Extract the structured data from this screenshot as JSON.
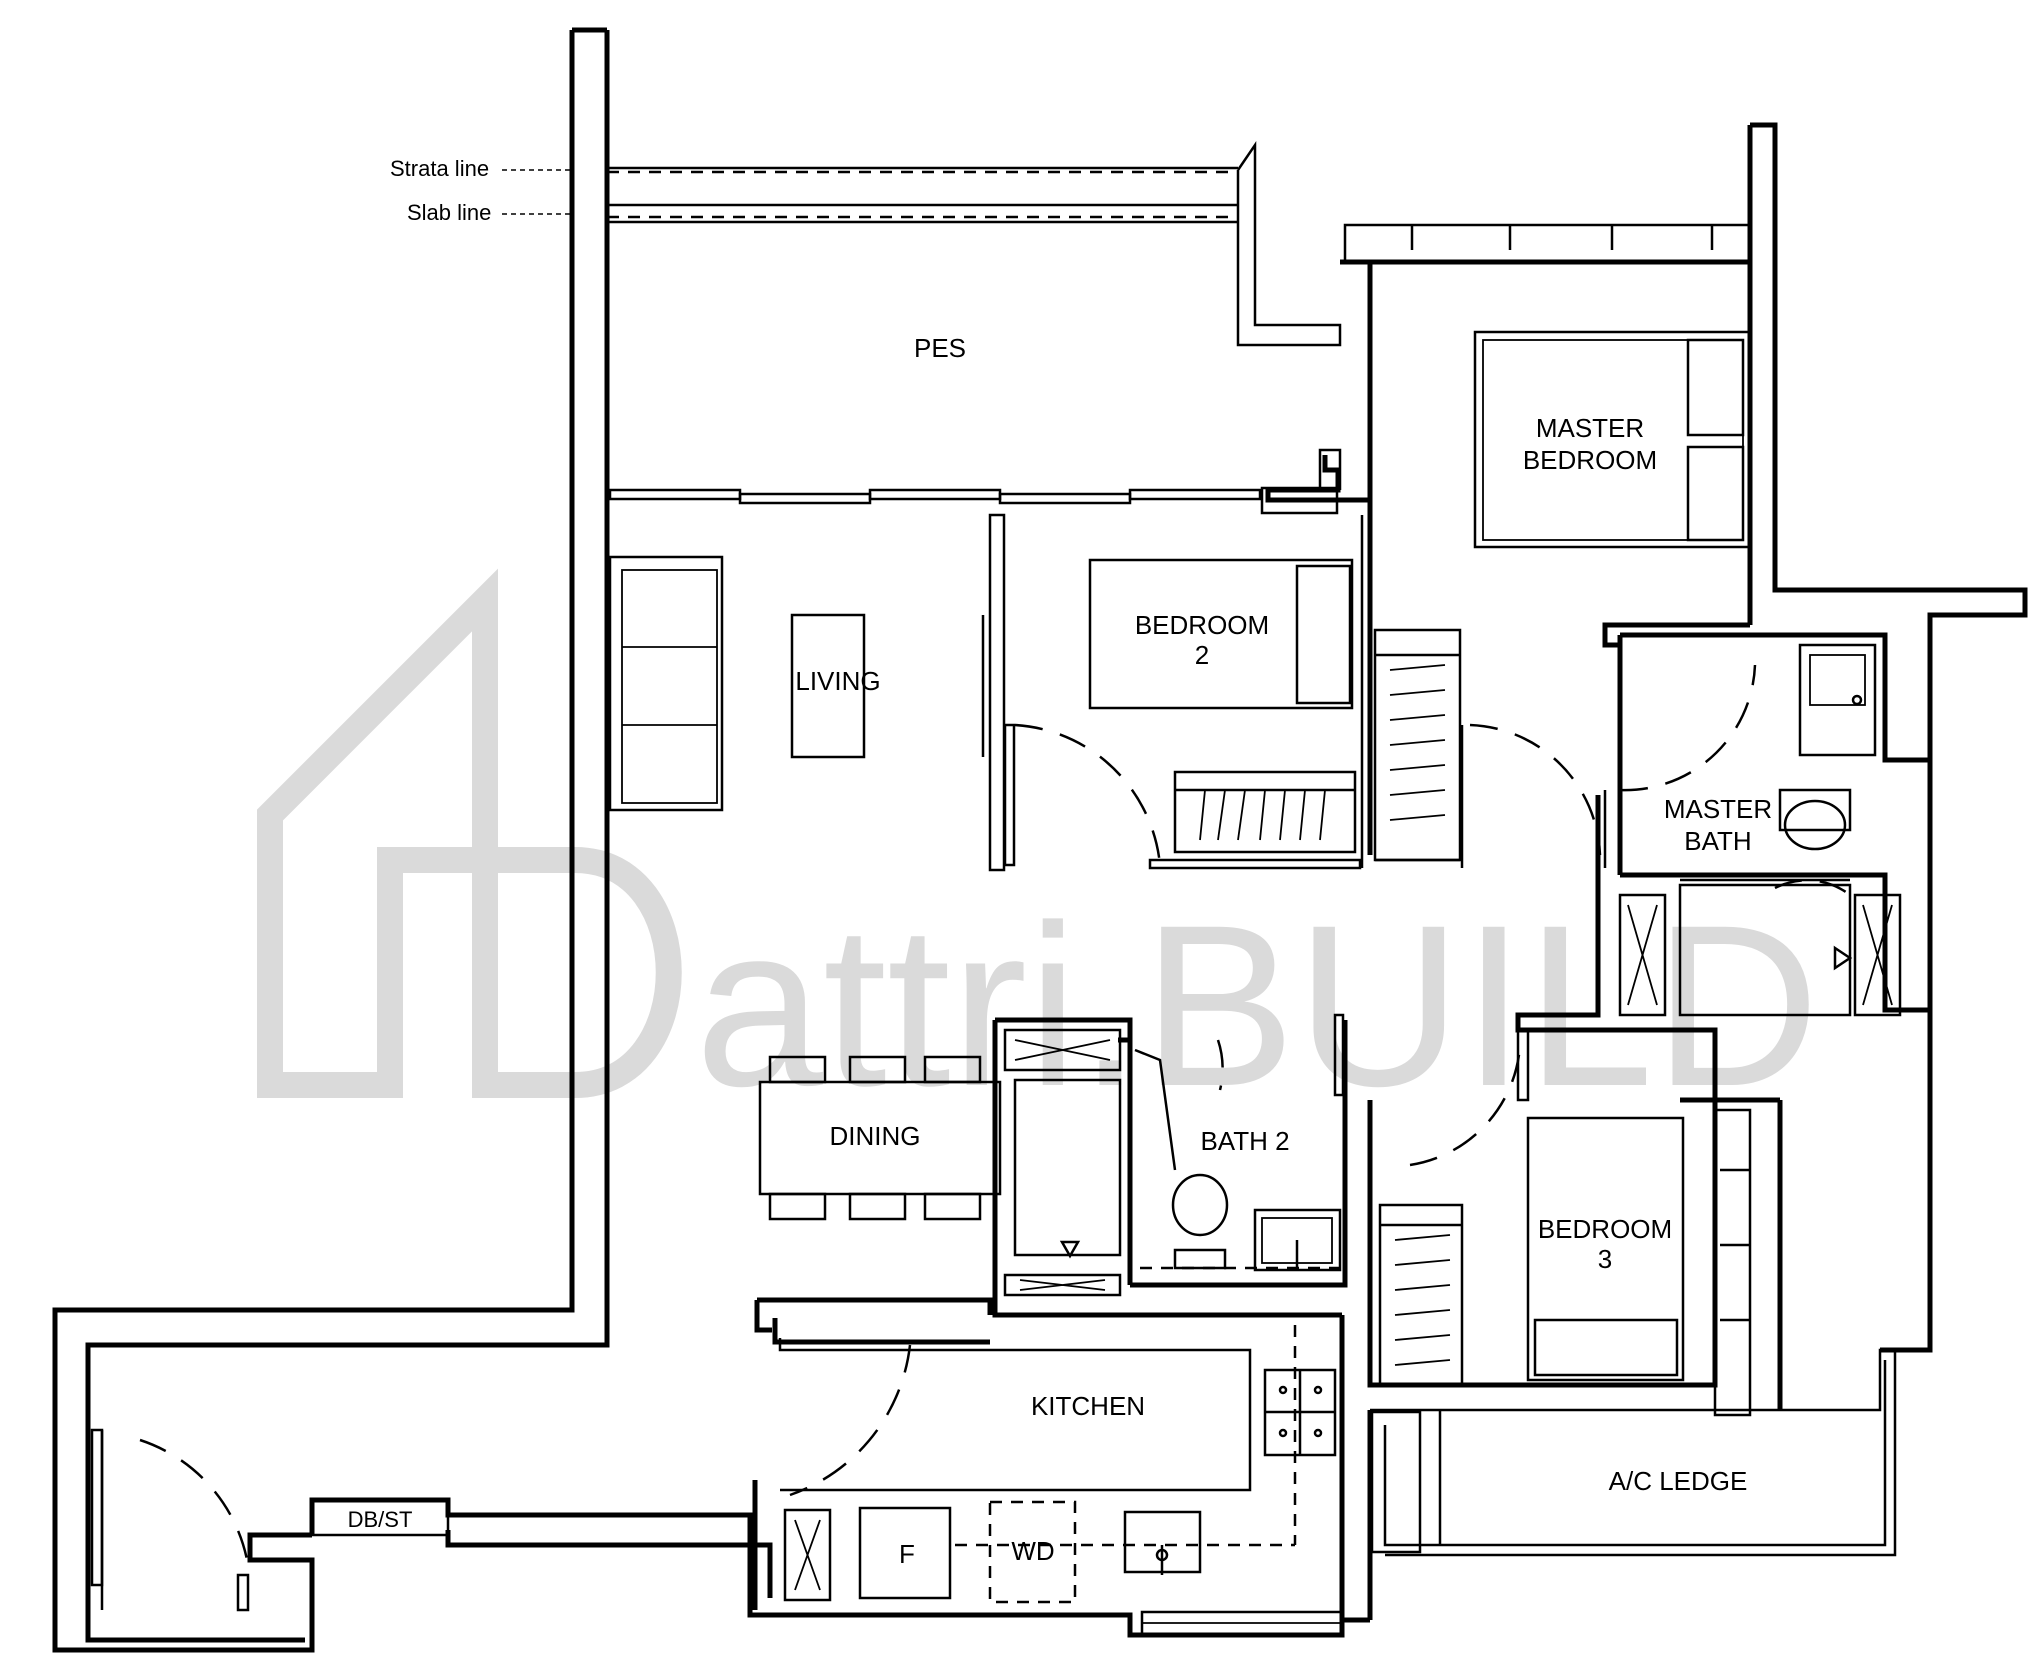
{
  "watermark": {
    "text": "attri.BUILD",
    "color": "#dadada"
  },
  "annotations": {
    "strata_line": "Strata line",
    "slab_line": "Slab line"
  },
  "rooms": {
    "pes": "PES",
    "living": "LIVING",
    "bedroom2_line1": "BEDROOM",
    "bedroom2_line2": "2",
    "master_bedroom_line1": "MASTER",
    "master_bedroom_line2": "BEDROOM",
    "master_bath_line1": "MASTER",
    "master_bath_line2": "BATH",
    "dining": "DINING",
    "bath2": "BATH 2",
    "bedroom3_line1": "BEDROOM",
    "bedroom3_line2": "3",
    "kitchen": "KITCHEN",
    "ac_ledge": "A/C LEDGE",
    "db_st": "DB/ST"
  },
  "fixtures": {
    "fridge": "F",
    "washer_dryer": "WD"
  }
}
